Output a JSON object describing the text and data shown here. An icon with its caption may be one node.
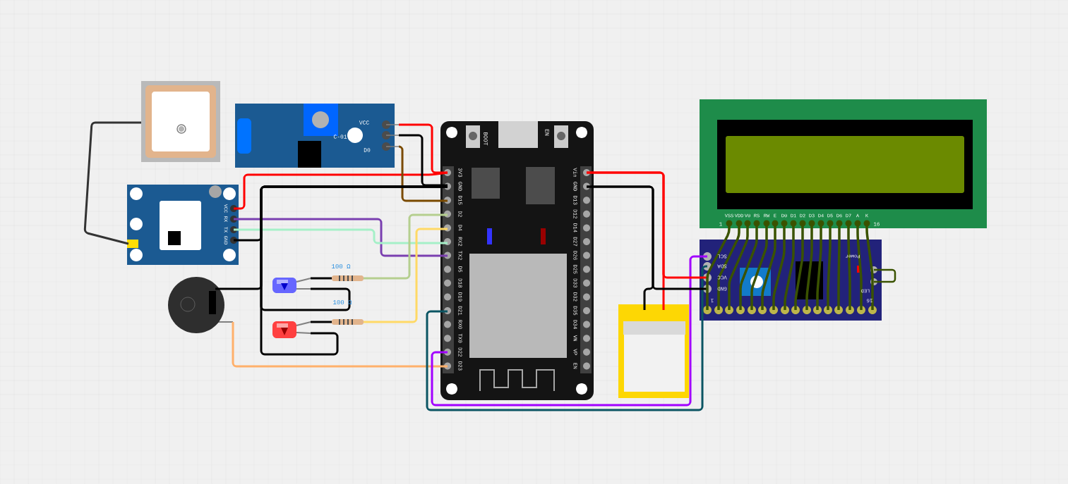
{
  "diagram": {
    "nodes": [
      {
        "text": [],
        "shape": "picture"
      },
      {
        "text": [],
        "shape": "picture"
      },
      {
        "text": [],
        "shape": "picture"
      },
      {
        "text": [],
        "shape": "picture"
      },
      {
        "text": [],
        "shape": "picture"
      },
      {
        "text": [],
        "shape": "picture"
      },
      {
        "text": [],
        "shape": "picture"
      },
      {
        "text": [],
        "shape": "picture"
      },
      {
        "text": [],
        "shape": "picture",
        "beside": [
          "100 Ω"
        ]
      },
      {
        "text": [],
        "shape": "picture"
      },
      {
        "text": [],
        "shape": "picture",
        "beside": [
          "100 Ω"
        ]
      },
      {
        "text": [],
        "shape": "picture"
      }
    ],
    "edges": [
      {
        "from": 0,
        "to": 1,
        "arrow": "none",
        "color": "#333333"
      },
      {
        "from": 1,
        "to": 3,
        "arrow": "none",
        "color": "#ff0000"
      },
      {
        "from": 2,
        "to": 3,
        "arrow": "none",
        "color": "#ff0000"
      },
      {
        "from": 2,
        "to": 3,
        "arrow": "none",
        "color": "#000000"
      },
      {
        "from": 2,
        "to": 3,
        "arrow": "none",
        "color": "#7a4a00"
      },
      {
        "from": 1,
        "to": 3,
        "arrow": "none",
        "color": "#7a3fb0"
      },
      {
        "from": 1,
        "to": 3,
        "arrow": "none",
        "color": "#a5f0c8"
      },
      {
        "from": 1,
        "to": 3,
        "arrow": "none",
        "color": "#000000"
      },
      {
        "from": 6,
        "to": 3,
        "arrow": "none",
        "color": "#000000"
      },
      {
        "from": 7,
        "to": 3,
        "arrow": "none",
        "color": "#000000"
      },
      {
        "from": 9,
        "to": 3,
        "arrow": "none",
        "color": "#000000"
      },
      {
        "from": 7,
        "to": 8,
        "arrow": "none",
        "color": "#000000"
      },
      {
        "from": 8,
        "to": 3,
        "arrow": "none",
        "color": "#b5cf8f"
      },
      {
        "from": 9,
        "to": 10,
        "arrow": "none",
        "color": "#000000"
      },
      {
        "from": 10,
        "to": 3,
        "arrow": "none",
        "color": "#ffd966"
      },
      {
        "from": 6,
        "to": 3,
        "arrow": "none",
        "color": "#ffb06b"
      },
      {
        "from": 3,
        "to": 5,
        "arrow": "none",
        "color": "#0b5563"
      },
      {
        "from": 3,
        "to": 5,
        "arrow": "none",
        "color": "#a100ff"
      },
      {
        "from": 3,
        "to": 5,
        "arrow": "none",
        "color": "#ff0000"
      },
      {
        "from": 3,
        "to": 11,
        "arrow": "none",
        "color": "#ff0000"
      },
      {
        "from": 3,
        "to": 5,
        "arrow": "none",
        "color": "#000000"
      },
      {
        "from": 3,
        "to": 11,
        "arrow": "none",
        "color": "#000000"
      },
      {
        "from": 4,
        "to": 5,
        "arrow": "none"
      },
      {
        "from": 4,
        "to": 5,
        "arrow": "none"
      },
      {
        "from": 4,
        "to": 5,
        "arrow": "none"
      },
      {
        "from": 4,
        "to": 5,
        "arrow": "none"
      },
      {
        "from": 4,
        "to": 5,
        "arrow": "none"
      },
      {
        "from": 4,
        "to": 5,
        "arrow": "none"
      },
      {
        "from": 4,
        "to": 5,
        "arrow": "none"
      },
      {
        "from": 4,
        "to": 5,
        "arrow": "none"
      },
      {
        "from": 4,
        "to": 5,
        "arrow": "none"
      },
      {
        "from": 4,
        "to": 5,
        "arrow": "none"
      },
      {
        "from": 4,
        "to": 5,
        "arrow": "none"
      },
      {
        "from": 4,
        "to": 5,
        "arrow": "none"
      },
      {
        "from": 4,
        "to": 5,
        "arrow": "none"
      },
      {
        "from": 4,
        "to": 5,
        "arrow": "none"
      },
      {
        "from": 4,
        "to": 5,
        "arrow": "none"
      },
      {
        "from": 4,
        "to": 5,
        "arrow": "none"
      }
    ],
    "labels": [
      "VCC",
      "RX",
      "TX",
      "GND",
      "VCC",
      "C-01",
      "D0",
      "BOOT",
      "EN",
      "3V3",
      "GND",
      "D15",
      "D2",
      "D4",
      "RX2",
      "TX2",
      "D5",
      "D18",
      "D19",
      "D21",
      "RX0",
      "TX0",
      "D22",
      "D23",
      "Vin",
      "GND",
      "D13",
      "D12",
      "D14",
      "D27",
      "D26",
      "D25",
      "D33",
      "D32",
      "D35",
      "D34",
      "VN",
      "VP",
      "EN",
      "VSS",
      "VDD",
      "V0",
      "RS",
      "RW",
      "E",
      "D0",
      "D1",
      "D2",
      "D3",
      "D4",
      "D5",
      "D6",
      "D7",
      "A",
      "K",
      "1",
      "16",
      "SCL",
      "SDA",
      "VCC",
      "GND",
      "Power",
      "LED",
      "1",
      "16"
    ]
  }
}
